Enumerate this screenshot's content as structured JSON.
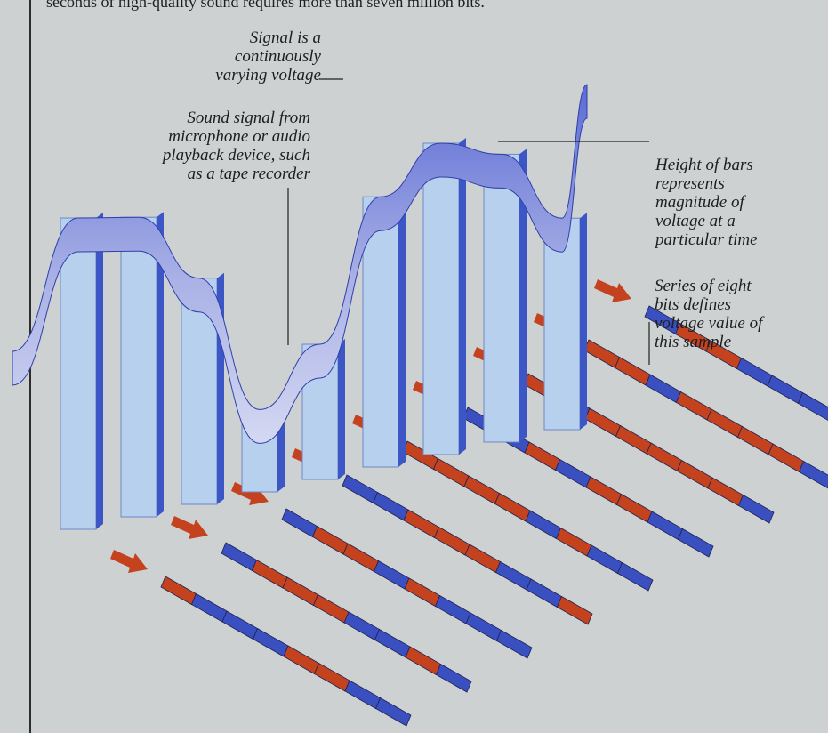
{
  "intro_text": "seconds of high-quality sound requires more than seven million bits.",
  "labels": {
    "signal": "Signal is a\ncontinuously\nvarying voltage",
    "sound": "Sound signal from\nmicrophone or audio\nplayback device, such\nas a tape recorder",
    "height": "Height of bars\nrepresents\nmagnitude of\nvoltage at a\nparticular time",
    "series": "Series of eight\nbits defines\nvoltage value of\nthis sample"
  },
  "colors": {
    "background": "#cdd1d2",
    "ribbon_light": "#c2c8ec",
    "ribbon_dark": "#3a4bc4",
    "bar_face": "#b7d0ee",
    "bar_side": "#3c56c6",
    "bit_zero": "#3a4fc0",
    "bit_one": "#c4421e",
    "arrow": "#c4421e",
    "text": "#1e1e1e"
  },
  "sample_heights": [
    1.0,
    0.96,
    0.71,
    0.22,
    0.4,
    0.86,
    1.0,
    0.92,
    0.66
  ],
  "bit_patterns": [
    [
      1,
      0,
      0,
      0,
      1,
      1,
      0,
      0
    ],
    [
      0,
      1,
      1,
      1,
      0,
      0,
      1,
      0
    ],
    [
      0,
      1,
      1,
      0,
      1,
      0,
      0,
      0
    ],
    [
      0,
      0,
      1,
      1,
      1,
      0,
      0,
      1
    ],
    [
      1,
      1,
      1,
      1,
      0,
      1,
      0,
      0
    ],
    [
      0,
      0,
      1,
      0,
      1,
      1,
      0,
      0
    ],
    [
      1,
      0,
      1,
      1,
      1,
      1,
      1,
      0
    ],
    [
      1,
      1,
      0,
      1,
      1,
      1,
      1,
      0
    ],
    [
      0,
      1,
      1,
      0,
      0,
      0,
      1,
      0
    ]
  ]
}
